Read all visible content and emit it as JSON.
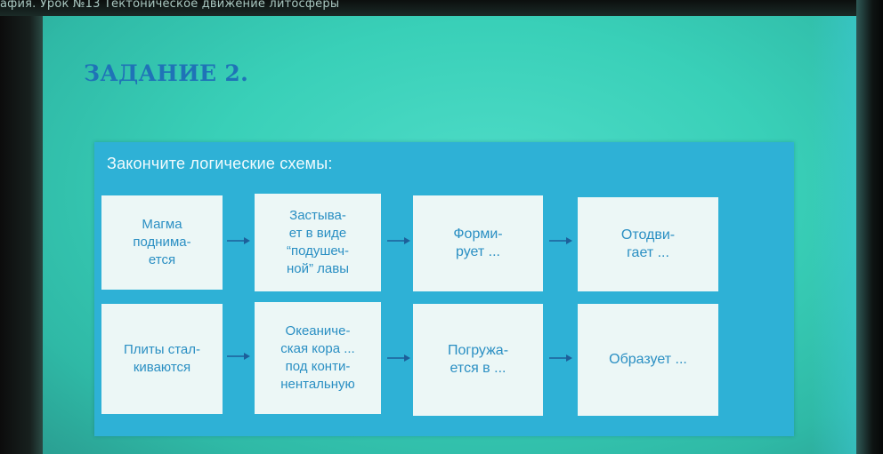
{
  "window": {
    "title_strip": "афия. Урок №13 Тектоническое движение литосферы"
  },
  "slide": {
    "heading": "ЗАДАНИЕ 2.",
    "panel_title": "Закончите логические схемы:",
    "row1": [
      "Магма\nподнима-\nется",
      "Застыва-\nет в виде\n“подушеч-\nной” лавы",
      "Форми-\nрует ...",
      "Отодви-\nгает ..."
    ],
    "row2": [
      "Плиты стал-\nкиваются",
      "Океаниче-\nская кора ...\nпод конти-\nнентальную",
      "Погружа-\nется в ...",
      "Образует ..."
    ]
  },
  "colors": {
    "slide_bg": "#39d0b8",
    "panel": "#2eb1d6",
    "box": "#ecf7f6",
    "box_text": "#2a8fc3",
    "heading": "#1f73b7"
  }
}
